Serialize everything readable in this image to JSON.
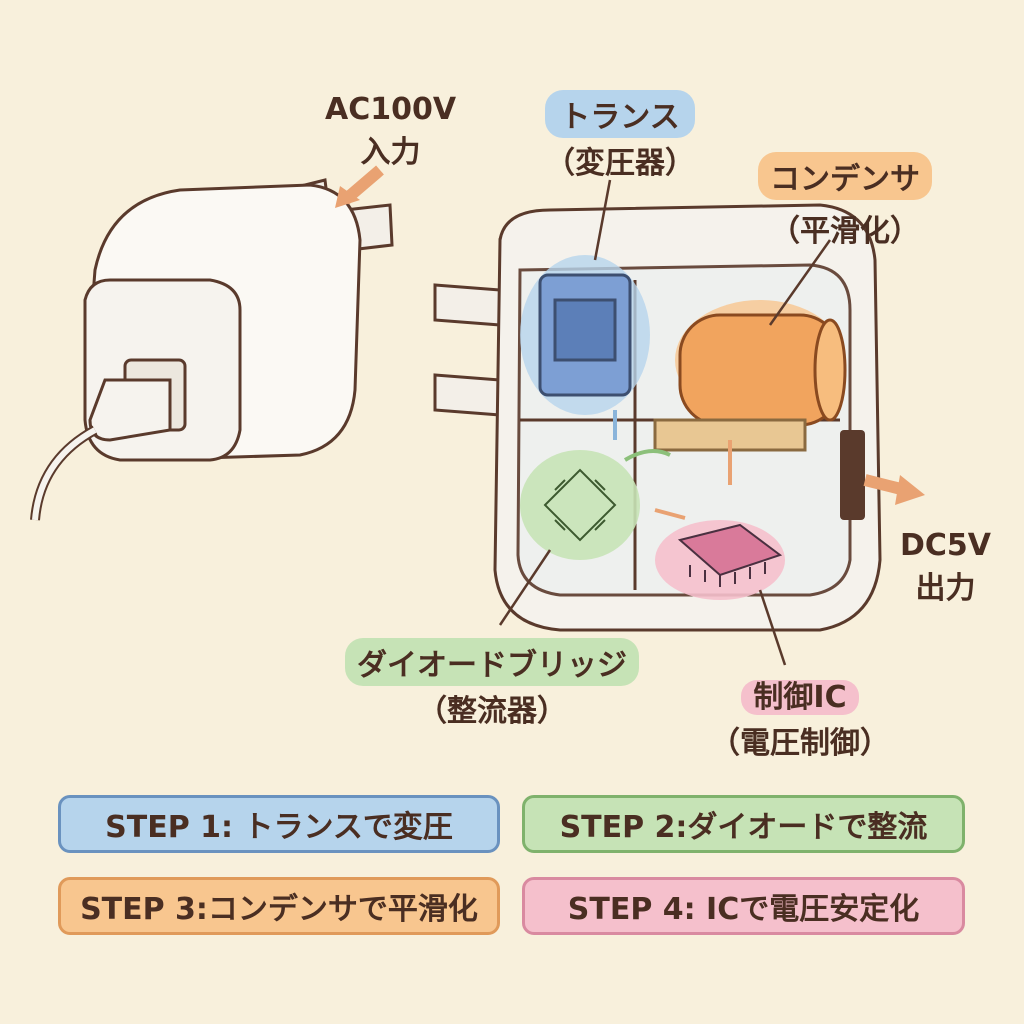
{
  "labels": {
    "ac_input": {
      "line1": "AC100V",
      "line2": "入力"
    },
    "transformer": {
      "name": "トランス",
      "desc": "（変圧器）"
    },
    "capacitor": {
      "name": "コンデンサ",
      "desc": "（平滑化）"
    },
    "dc_output": {
      "line1": "DC5V",
      "line2": "出力"
    },
    "diode_bridge": {
      "name": "ダイオードブリッジ",
      "desc": "（整流器）"
    },
    "control_ic": {
      "name": "制御IC",
      "desc": "（電圧制御）"
    }
  },
  "steps": [
    {
      "label": "STEP 1: トランスで変圧"
    },
    {
      "label": "STEP 2:ダイオードで整流"
    },
    {
      "label": "STEP 3:コンデンサで平滑化"
    },
    {
      "label": "STEP 4: ICで電圧安定化"
    }
  ],
  "colors": {
    "blue": "#b6d4ec",
    "green": "#c6e3b6",
    "orange": "#f8c68f",
    "pink": "#f5c0cc",
    "outline": "#5a3a2c",
    "background": "#f8f0dc"
  }
}
